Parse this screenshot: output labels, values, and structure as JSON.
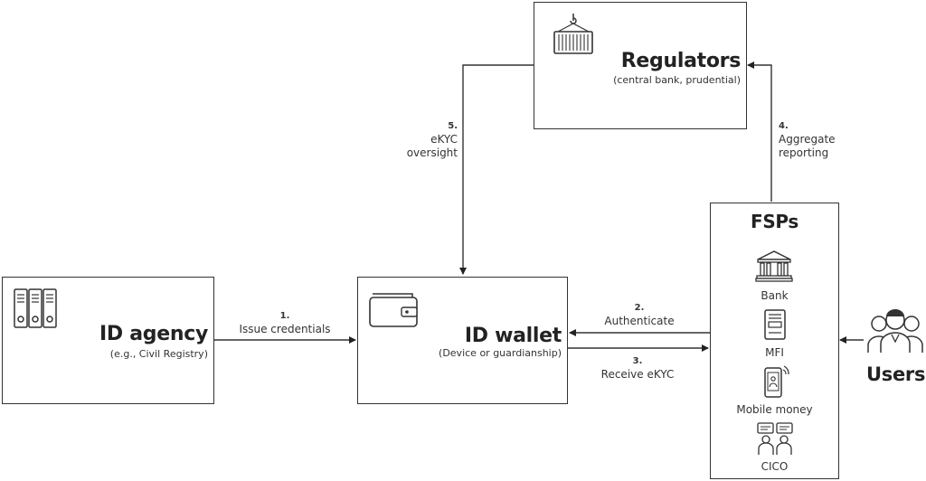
{
  "regulators": {
    "title": "Regulators",
    "subtitle": "(central bank, prudential)"
  },
  "id_agency": {
    "title": "ID agency",
    "subtitle": "(e.g., Civil Registry)"
  },
  "id_wallet": {
    "title": "ID wallet",
    "subtitle": "(Device or guardianship)"
  },
  "fsps": {
    "title": "FSPs",
    "items": [
      {
        "label": "Bank",
        "icon": "bank-icon"
      },
      {
        "label": "MFI",
        "icon": "document-icon"
      },
      {
        "label": "Mobile money",
        "icon": "mobile-phone-icon"
      },
      {
        "label": "CICO",
        "icon": "agents-chat-icon"
      }
    ]
  },
  "users": {
    "title": "Users",
    "icon": "users-group-icon"
  },
  "flows": [
    {
      "num": "1.",
      "text": "Issue credentials"
    },
    {
      "num": "2.",
      "text": "Authenticate"
    },
    {
      "num": "3.",
      "text": "Receive eKYC"
    },
    {
      "num": "4.",
      "line1": "Aggregate",
      "line2": "reporting"
    },
    {
      "num": "5.",
      "line1": "eKYC",
      "line2": "oversight"
    }
  ]
}
